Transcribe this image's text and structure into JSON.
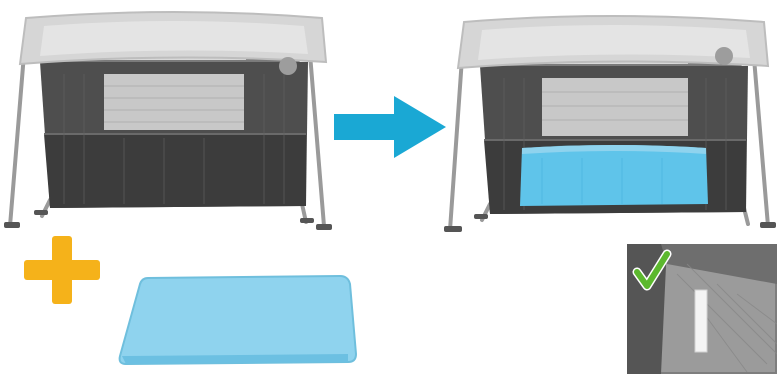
{
  "scene": {
    "left_crib": {
      "name": "travel-crib-empty"
    },
    "plus": {
      "name": "plus-icon",
      "color": "#f5b21a"
    },
    "mattress": {
      "name": "mattress",
      "color": "#8fd3ee"
    },
    "arrow": {
      "name": "arrow-right-icon",
      "color": "#1aa8d4"
    },
    "right_crib": {
      "name": "travel-crib-with-mattress"
    },
    "detail_inset": {
      "name": "detail-inset",
      "check_color": "#5cb82e"
    }
  }
}
